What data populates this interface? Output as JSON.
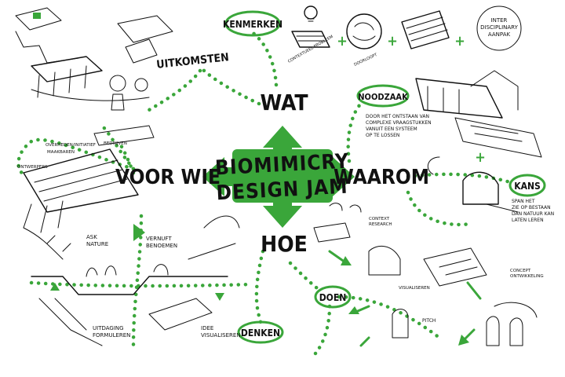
{
  "center": {
    "line1": "BIOMIMICRY",
    "line2": "DESIGN JAM"
  },
  "directions": {
    "top": "WAT",
    "bottom": "HOE",
    "left": "VOOR WIE",
    "right": "WAAROM"
  },
  "bubbles": {
    "kenmerken": "KENMERKEN",
    "uitkomsten": "UITKOMSTEN",
    "noodzaak": "NOODZAAK",
    "kans": "KANS",
    "doen": "DOEN",
    "denken": "DENKEN"
  },
  "notes": {
    "noodzaak_text": [
      "DOOR HET ONTSTAAN VAN",
      "COMPLEXE VRAAGSTUKKEN",
      "VANUIT EEN SYSTEEM",
      "OP TE LOSSEN"
    ],
    "kans_text": [
      "SPAN HET",
      "ZIE OP BESTAAN",
      "DAN NATUUR KAN",
      "LATEN LEREN"
    ],
    "inter_disciplinair": [
      "INTER",
      "DISCIPLINARY",
      "AANPAK"
    ],
    "voor_wie_labels": [
      "OVERHEDEN/INITIATIEF",
      "MAAKBAREN",
      "ONTWERPERS",
      "BEDRIJVEN"
    ],
    "hoe_labels": [
      "ASK",
      "NATURE",
      "VERNUFT",
      "BENOEMEN",
      "UITDAGING",
      "FORMULEREN",
      "IDEE",
      "VISUALISEREN"
    ],
    "doen_labels": [
      "CONTEXT",
      "RESEARCH",
      "VISUALISEREN",
      "PITCH",
      "CONCEPT",
      "ONTWIKKELING"
    ],
    "kenmerken_labels": [
      "CONTEXTUEEL PROBLEEM",
      "DOORLOOPT"
    ]
  },
  "colors": {
    "accent": "#3aa63a",
    "ink": "#111111",
    "background": "#ffffff"
  }
}
